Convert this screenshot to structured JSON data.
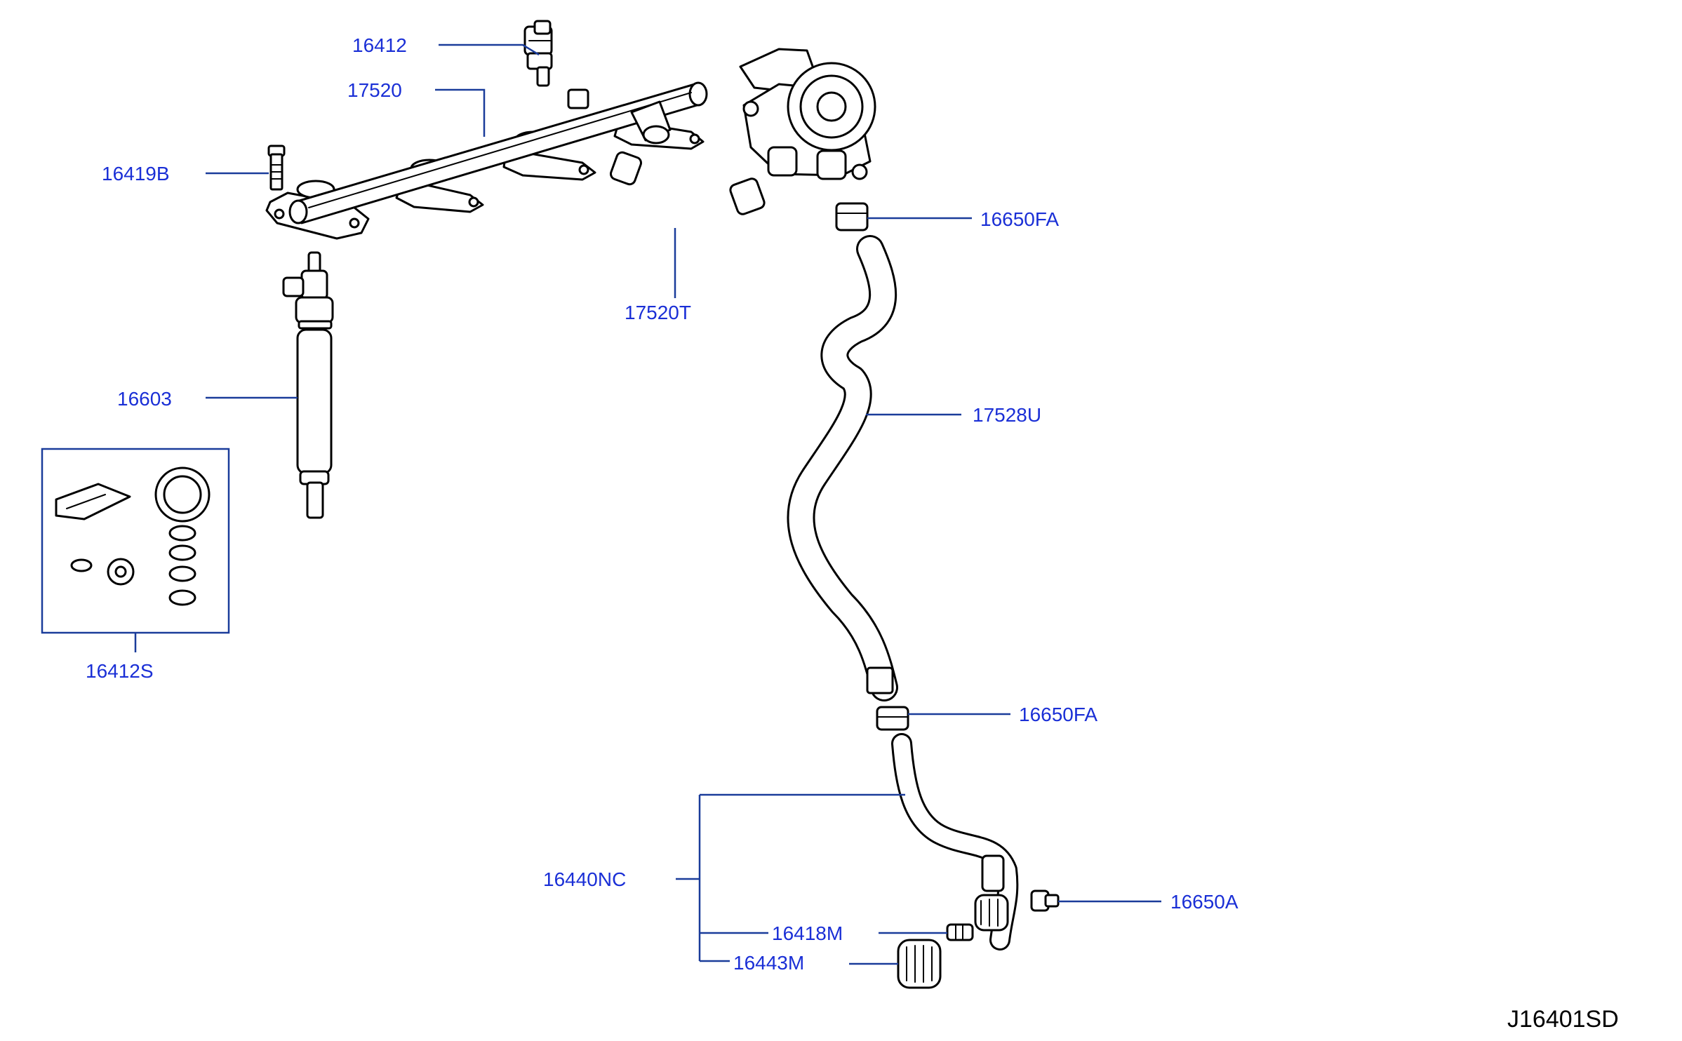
{
  "diagram": {
    "id_code": "J16401SD",
    "callouts": [
      {
        "key": "c16412",
        "label": "16412"
      },
      {
        "key": "c17520",
        "label": "17520"
      },
      {
        "key": "c16419B",
        "label": "16419B"
      },
      {
        "key": "c16603",
        "label": "16603"
      },
      {
        "key": "c16412S",
        "label": "16412S"
      },
      {
        "key": "c17520T",
        "label": "17520T"
      },
      {
        "key": "c16650FA_top",
        "label": "16650FA"
      },
      {
        "key": "c17528U",
        "label": "17528U"
      },
      {
        "key": "c16650FA_mid",
        "label": "16650FA"
      },
      {
        "key": "c16440NC",
        "label": "16440NC"
      },
      {
        "key": "c16418M",
        "label": "16418M"
      },
      {
        "key": "c16443M",
        "label": "16443M"
      },
      {
        "key": "c16650A",
        "label": "16650A"
      }
    ]
  },
  "colors": {
    "callout_text": "#1a2fd6",
    "leader_line": "#1a3c9a",
    "part_outline": "#000000",
    "background": "#ffffff"
  }
}
